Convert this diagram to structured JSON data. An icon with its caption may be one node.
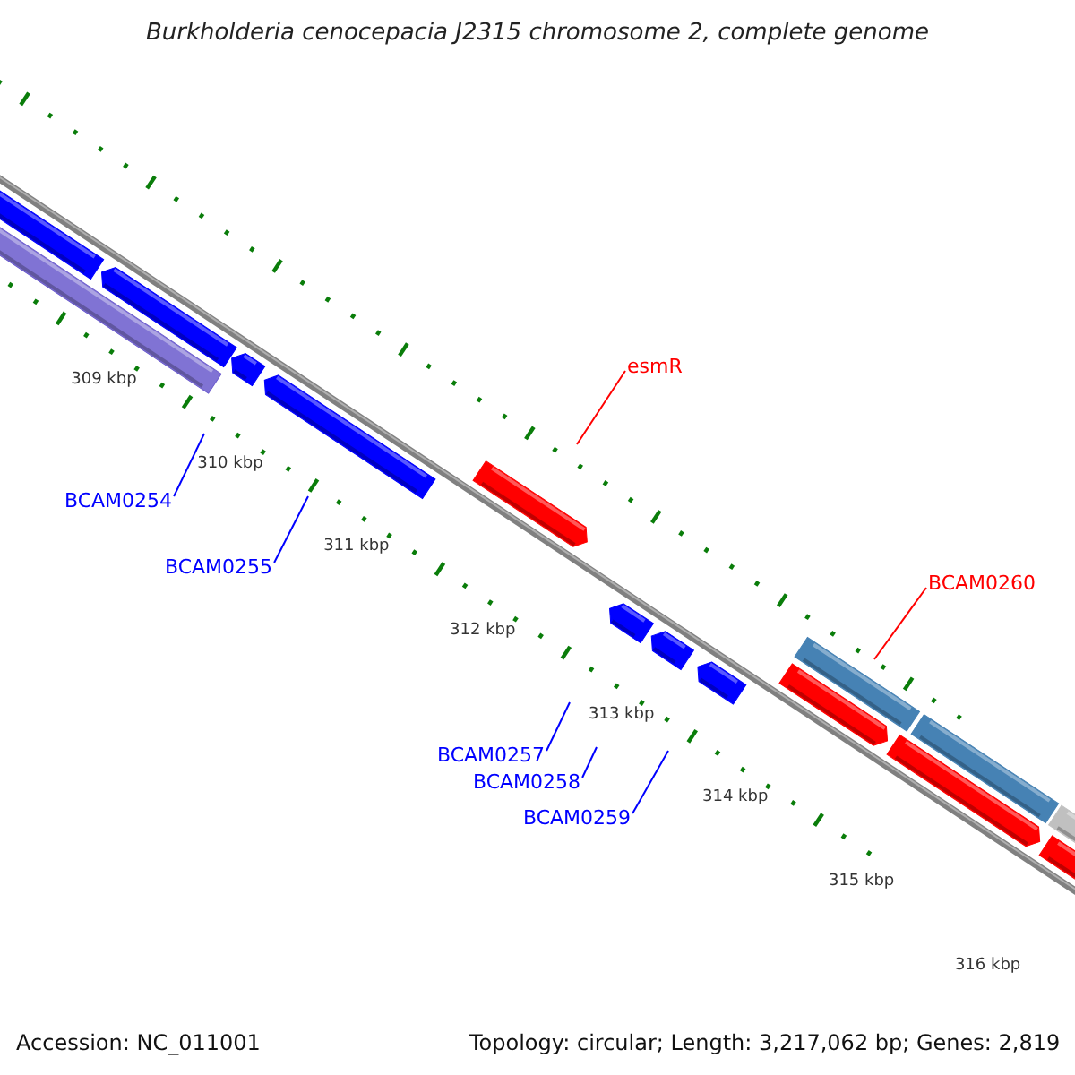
{
  "diagram": {
    "title": "Burkholderia cenocepacia J2315 chromosome 2, complete genome",
    "nodes": [
      {
        "text": [
          "BCAM0254"
        ]
      },
      {
        "text": [
          "BCAM0255"
        ]
      },
      {
        "text": [
          "esmR"
        ]
      },
      {
        "text": [
          "BCAM0260"
        ]
      },
      {
        "text": [
          "BCAM0257"
        ]
      },
      {
        "text": [
          "BCAM0258"
        ]
      },
      {
        "text": [
          "BCAM0259"
        ]
      }
    ],
    "edges": [
      {
        "from": 0,
        "to": null,
        "arrow": "none"
      },
      {
        "from": 1,
        "to": null,
        "arrow": "none"
      },
      {
        "from": 2,
        "to": null,
        "arrow": "none",
        "color": "#ff0000"
      },
      {
        "from": 3,
        "to": null,
        "arrow": "none",
        "color": "#ff0000"
      },
      {
        "from": 4,
        "to": null,
        "arrow": "none"
      },
      {
        "from": 5,
        "to": null,
        "arrow": "none"
      },
      {
        "from": 6,
        "to": null,
        "arrow": "none"
      }
    ],
    "labels": [
      "309 kbp",
      "310 kbp",
      "311 kbp",
      "312 kbp",
      "313 kbp",
      "314 kbp",
      "315 kbp",
      "316 kbp",
      "Accession: NC_011001",
      "Topology: circular; Length: 3,217,062 bp; Genes: 2,819"
    ]
  }
}
